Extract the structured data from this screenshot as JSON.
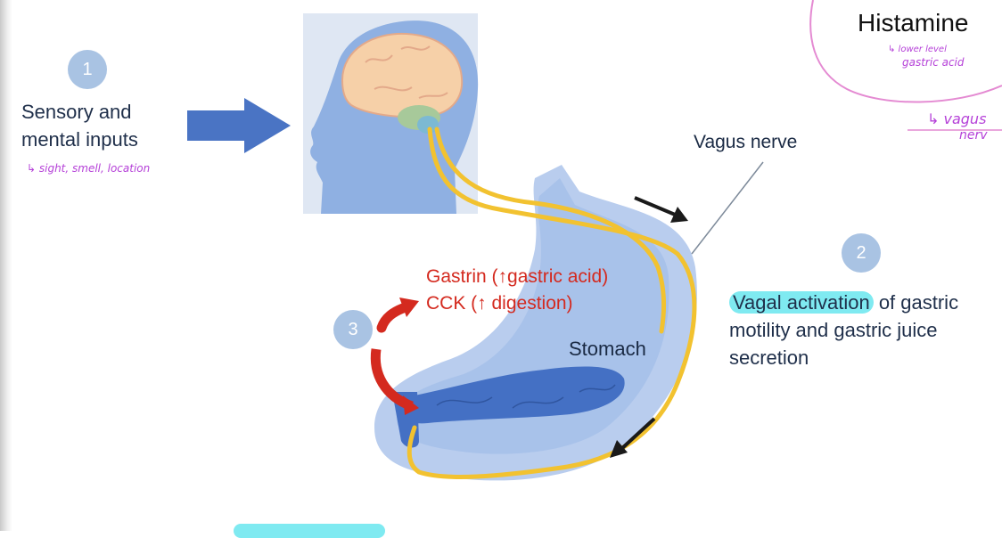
{
  "step1": {
    "number": "1",
    "label_line1": "Sensory and",
    "label_line2": "mental inputs",
    "note": "↳ sight, smell, location"
  },
  "step2": {
    "number": "2",
    "highlight": "Vagal activation",
    "rest_line1": " of gastric",
    "line2": "motility and gastric juice",
    "line3": "secretion"
  },
  "step3": {
    "number": "3"
  },
  "hormones": {
    "line1": "Gastrin (↑gastric acid)",
    "line2": "CCK (↑ digestion)"
  },
  "stomach_label": "Stomach",
  "vagus_label": "Vagus nerve",
  "histamine": {
    "title": "Histamine",
    "note1": "↳ lower level",
    "note2": "gastric acid",
    "note3": "↳ vagus",
    "note4": "nerv"
  },
  "colors": {
    "accent_blue": "#4a74c4",
    "light_blue": "#a9c3e3",
    "red": "#d42a1f",
    "nerve": "#f2c230",
    "highlight": "#7feaf1",
    "handwriting": "#b541d8"
  }
}
